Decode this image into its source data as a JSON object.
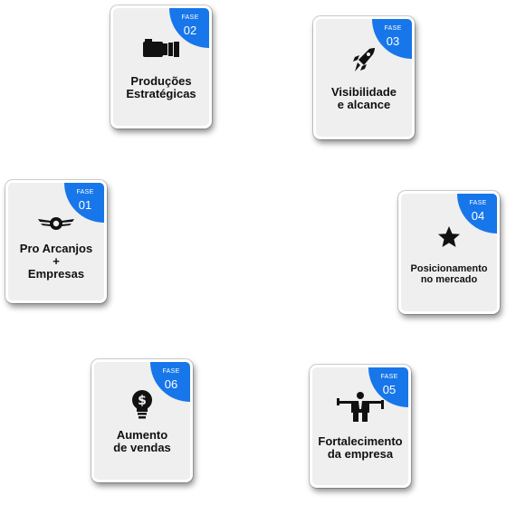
{
  "colors": {
    "badge": "#1776ea",
    "card_background": "#efefef",
    "text": "#111111"
  },
  "cards": [
    {
      "phase_label": "FASE",
      "phase_number": "01",
      "title": "Pro Arcanjos\n+\nEmpresas",
      "icon": "winged-emblem-icon"
    },
    {
      "phase_label": "FASE",
      "phase_number": "02",
      "title": "Produções\nEstratégicas",
      "icon": "camera-icon"
    },
    {
      "phase_label": "FASE",
      "phase_number": "03",
      "title": "Visibilidade\ne alcance",
      "icon": "rocket-icon"
    },
    {
      "phase_label": "FASE",
      "phase_number": "04",
      "title": "Posicionamento\nno mercado",
      "icon": "star-icon"
    },
    {
      "phase_label": "FASE",
      "phase_number": "05",
      "title": "Fortalecimento\nda empresa",
      "icon": "businessman-icon"
    },
    {
      "phase_label": "FASE",
      "phase_number": "06",
      "title": "Aumento\nde vendas",
      "icon": "money-lightbulb-icon"
    }
  ]
}
